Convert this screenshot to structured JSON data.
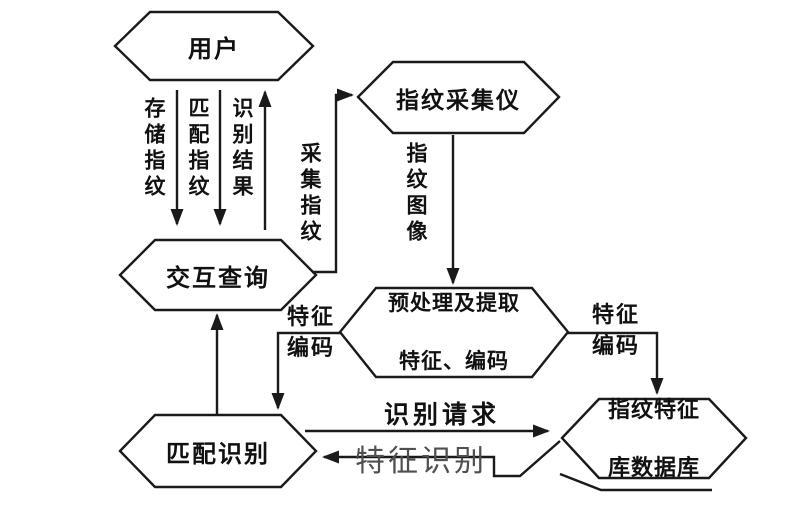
{
  "diagram": {
    "nodes": {
      "user": {
        "label": "用户"
      },
      "scanner": {
        "label": "指纹采集仪"
      },
      "query": {
        "label": "交互查询"
      },
      "preprocess": {
        "line1": "预处理及提取",
        "line2": "特征、编码"
      },
      "match": {
        "label": "匹配识别"
      },
      "database": {
        "line1": "指纹特征",
        "line2": "库数据库"
      }
    },
    "edges": {
      "store_fingerprint": "存储指纹",
      "match_fingerprint": "匹配指纹",
      "recognition_result": "识别结果",
      "collect_fingerprint": "采集指纹",
      "fingerprint_image": "指纹图像",
      "feature_code_left": {
        "line1": "特征",
        "line2": "编码"
      },
      "feature_code_right": {
        "line1": "特征",
        "line2": "编码"
      },
      "recognition_request": "识别请求",
      "feature_recognition": "特征识别"
    },
    "colors": {
      "background": "#ffffff",
      "line": "#1a1a1a",
      "text": "#111111",
      "feature_recognition_text": "#4f4f4f"
    }
  }
}
